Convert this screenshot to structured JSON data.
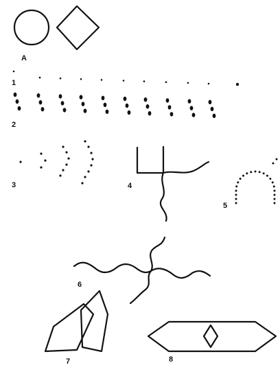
{
  "figure": {
    "labels": {
      "a": "A",
      "one": "1",
      "two": "2",
      "three": "3",
      "four": "4",
      "five": "5",
      "six": "6",
      "seven": "7",
      "eight": "8"
    },
    "colors": {
      "ink": "#111111",
      "background": "#ffffff"
    }
  }
}
